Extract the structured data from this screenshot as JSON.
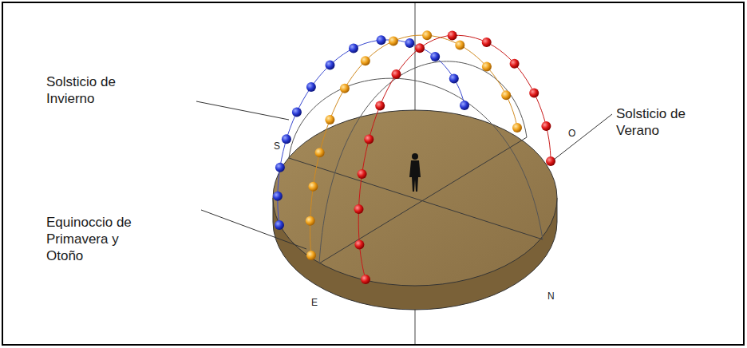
{
  "diagram": {
    "labels": [
      "Solsticio de Invierno",
      "Solsticio de Verano",
      "Equinoccio de Primavera y Otoño",
      "S",
      "O",
      "E",
      "N"
    ]
  }
}
